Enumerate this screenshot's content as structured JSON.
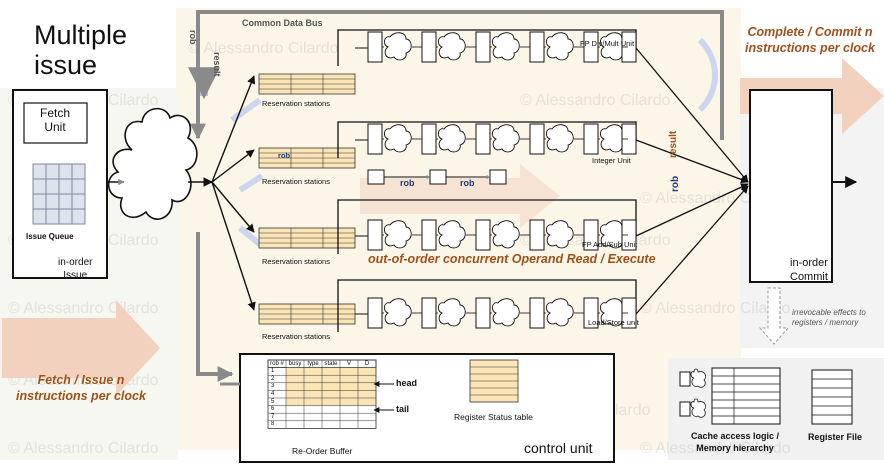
{
  "title": "Multiple issue",
  "watermark": "© Alessandro Cilardo",
  "bus": {
    "label": "Common Data Bus",
    "rob": "rob",
    "result": "result"
  },
  "fetch_unit": {
    "label": "Fetch Unit",
    "issue_queue": "Issue Queue",
    "in_order": "in-order",
    "issue": "Issue"
  },
  "stations": {
    "label": "Reservation stations",
    "rob_tag": "rob"
  },
  "units": [
    "FP Div/Mult Unit",
    "Integer Unit",
    "FP Add/Sub Unit",
    "Load/Store unit"
  ],
  "int_unit": {
    "rob_a": "rob",
    "rob_b": "rob",
    "result": "result",
    "rob_side": "rob"
  },
  "ooo_label": "out-of-order concurrent Operand Read / Execute",
  "fetch_issue_label": "Fetch / Issue n instructions per clock",
  "commit_label": "Complete / Commit n instructions per clock",
  "commit_box": {
    "in_order": "in-order",
    "commit": "Commit"
  },
  "irrevocable": "irrevocable effects to registers / memory",
  "control_unit": {
    "label": "control unit",
    "rob_headers": [
      "rob #",
      "busy",
      "type",
      "state",
      "V",
      "D"
    ],
    "rob_rows": [
      "1",
      "2",
      "3",
      "4",
      "5",
      "6",
      "7",
      "8"
    ],
    "head": "head",
    "tail": "tail",
    "rob_caption": "Re-Order Buffer",
    "rst_caption": "Register Status table"
  },
  "memory": {
    "cache": "Cache access logic / Memory hierarchy",
    "regfile": "Register File"
  },
  "colors": {
    "accent_orange": "#a0511a",
    "arrow_peach": "#f2d2bf",
    "rs_fill": "#fbe5b6",
    "panel_yellow": "#fdf8ea",
    "navy": "#1f3b78"
  }
}
